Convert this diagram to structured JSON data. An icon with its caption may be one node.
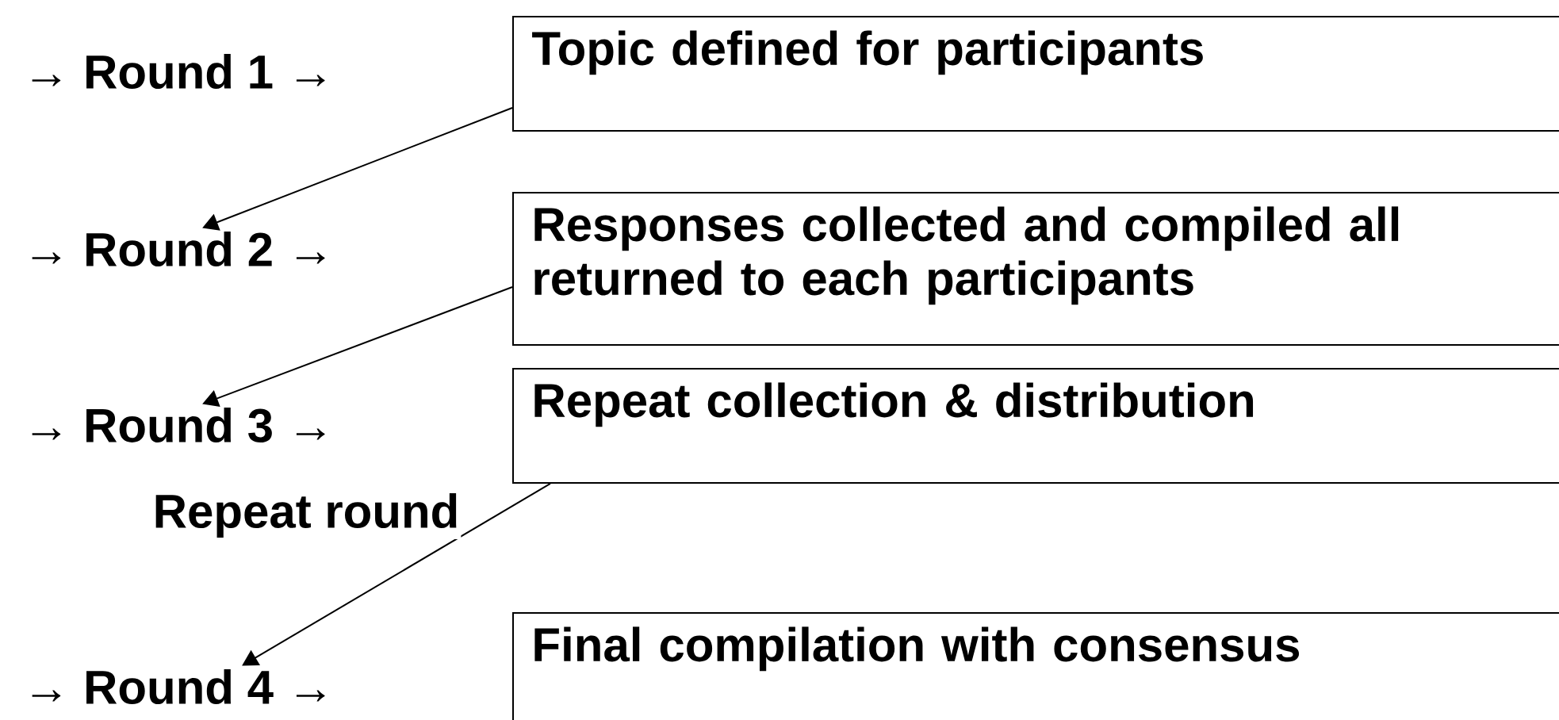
{
  "diagram": {
    "nodes": [
      {
        "text": [
          "→ Round 1 →"
        ]
      },
      {
        "text": [
          "Topic defined for participants"
        ]
      },
      {
        "text": [
          "→ Round 2 →"
        ]
      },
      {
        "text": [
          "Responses collected and compiled all returned to each participants"
        ]
      },
      {
        "text": [
          "→ Round 3 →"
        ]
      },
      {
        "text": [
          "Repeat collection & distribution"
        ]
      },
      {
        "text": [
          "→ Round 4 →"
        ]
      },
      {
        "text": [
          "Final compilation with consensus"
        ]
      }
    ],
    "edges": [
      {
        "from": 1,
        "to": 2,
        "arrow": "to"
      },
      {
        "from": 3,
        "to": 4,
        "arrow": "to"
      },
      {
        "from": 5,
        "to": 6,
        "arrow": "to",
        "label": "Repeat round"
      }
    ]
  }
}
